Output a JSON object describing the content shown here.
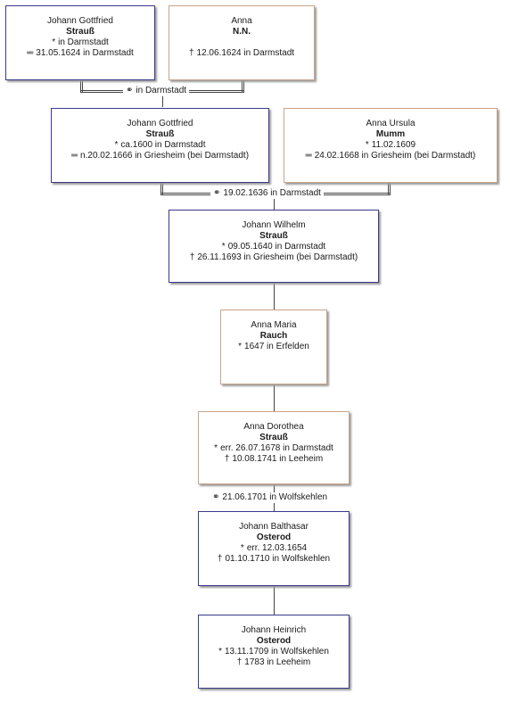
{
  "persons": [
    {
      "key": "p1",
      "given": "Johann Gottfried",
      "family": "Strauß",
      "events": [
        {
          "sym": "*",
          "text": "in Darmstadt"
        },
        {
          "sym": "═",
          "text": "31.05.1624 in Darmstadt"
        }
      ]
    },
    {
      "key": "p2",
      "given": "Anna",
      "family": "N.N.",
      "events": [
        {
          "sym": "",
          "text": ""
        },
        {
          "sym": "†",
          "text": "12.06.1624 in Darmstadt"
        }
      ]
    },
    {
      "key": "p3",
      "given": "Johann Gottfried",
      "family": "Strauß",
      "events": [
        {
          "sym": "*",
          "text": "ca.1600 in Darmstadt"
        },
        {
          "sym": "═",
          "text": "n.20.02.1666 in Griesheim (bei Darmstadt)"
        }
      ]
    },
    {
      "key": "p4",
      "given": "Anna Ursula",
      "family": "Mumm",
      "events": [
        {
          "sym": "*",
          "text": "11.02.1609"
        },
        {
          "sym": "═",
          "text": "24.02.1668 in Griesheim (bei Darmstadt)"
        }
      ]
    },
    {
      "key": "p5",
      "given": "Johann Wilhelm",
      "family": "Strauß",
      "events": [
        {
          "sym": "*",
          "text": "09.05.1640 in Darmstadt"
        },
        {
          "sym": "†",
          "text": "26.11.1693 in Griesheim (bei Darmstadt)"
        }
      ]
    },
    {
      "key": "p6",
      "given": "Anna Maria",
      "family": "Rauch",
      "events": [
        {
          "sym": "*",
          "text": "1647 in Erfelden"
        }
      ]
    },
    {
      "key": "p7",
      "given": "Anna Dorothea",
      "family": "Strauß",
      "events": [
        {
          "sym": "*",
          "text": "err. 26.07.1678 in Darmstadt"
        },
        {
          "sym": "†",
          "text": "10.08.1741 in Leeheim"
        }
      ]
    },
    {
      "key": "p8",
      "given": "Johann Balthasar",
      "family": "Osterod",
      "events": [
        {
          "sym": "*",
          "text": "err. 12.03.1654"
        },
        {
          "sym": "†",
          "text": "01.10.1710 in Wolfskehlen"
        }
      ]
    },
    {
      "key": "p9",
      "given": "Johann Heinrich",
      "family": "Osterod",
      "events": [
        {
          "sym": "*",
          "text": "13.11.1709 in Wolfskehlen"
        },
        {
          "sym": "†",
          "text": "1783 in Leeheim"
        }
      ]
    }
  ],
  "marriages": {
    "m1": {
      "sym": "⚭",
      "text": "in Darmstadt"
    },
    "m2": {
      "sym": "⚭",
      "text": "19.02.1636 in Darmstadt"
    },
    "m3": {
      "sym": "⚭",
      "text": "21.06.1701 in Wolfskehlen"
    }
  }
}
